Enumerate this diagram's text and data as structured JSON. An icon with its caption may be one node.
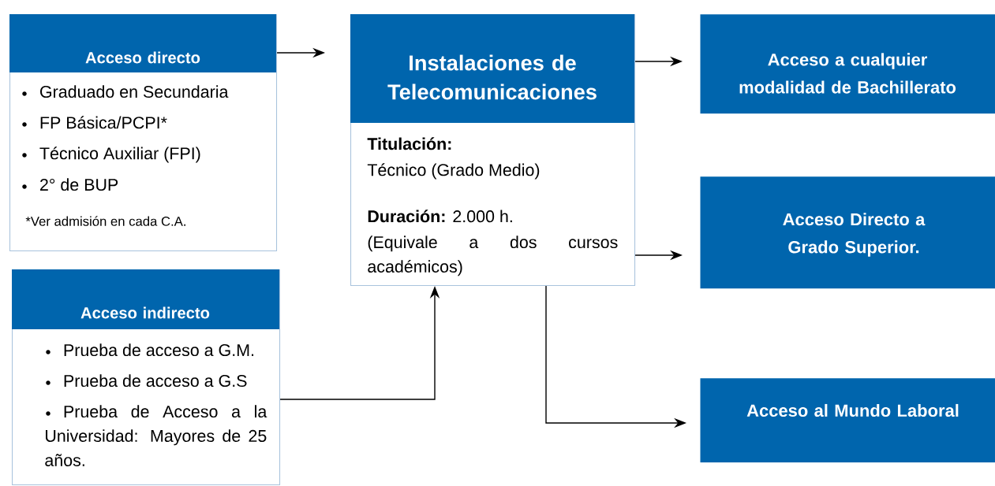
{
  "diagram": {
    "nodes": [
      {
        "text": [
          "Acceso directo",
          "Graduado en Secundaria",
          "FP Básica/PCPI*",
          "Técnico Auxiliar (FPI)",
          "2° de BUP",
          "*Ver admisión en cada C.A."
        ]
      },
      {
        "text": [
          "Acceso indirecto",
          "Prueba de acceso a G.M.",
          "Prueba de acceso a G.S",
          "Prueba de Acceso a la Universidad: Mayores de 25 años."
        ]
      },
      {
        "text": [
          "Instalaciones de Telecomunicaciones",
          "Titulación:",
          "Técnico (Grado Medio)",
          "**Duración:** 2.000 h.",
          "(Equivale a dos cursos académicos)"
        ]
      },
      {
        "text": [
          "Acceso a cualquier modalidad de Bachillerato"
        ]
      },
      {
        "text": [
          "Acceso Directo a Grado Superior."
        ]
      },
      {
        "text": [
          "Acceso al Mundo Laboral"
        ]
      }
    ],
    "edges": [
      {
        "from": 0,
        "to": 2,
        "arrow": "to"
      },
      {
        "from": 1,
        "to": 2,
        "arrow": "to"
      },
      {
        "from": 2,
        "to": 3,
        "arrow": "to"
      },
      {
        "from": 2,
        "to": 4,
        "arrow": "to"
      },
      {
        "from": 2,
        "to": 5,
        "arrow": "to"
      }
    ]
  }
}
